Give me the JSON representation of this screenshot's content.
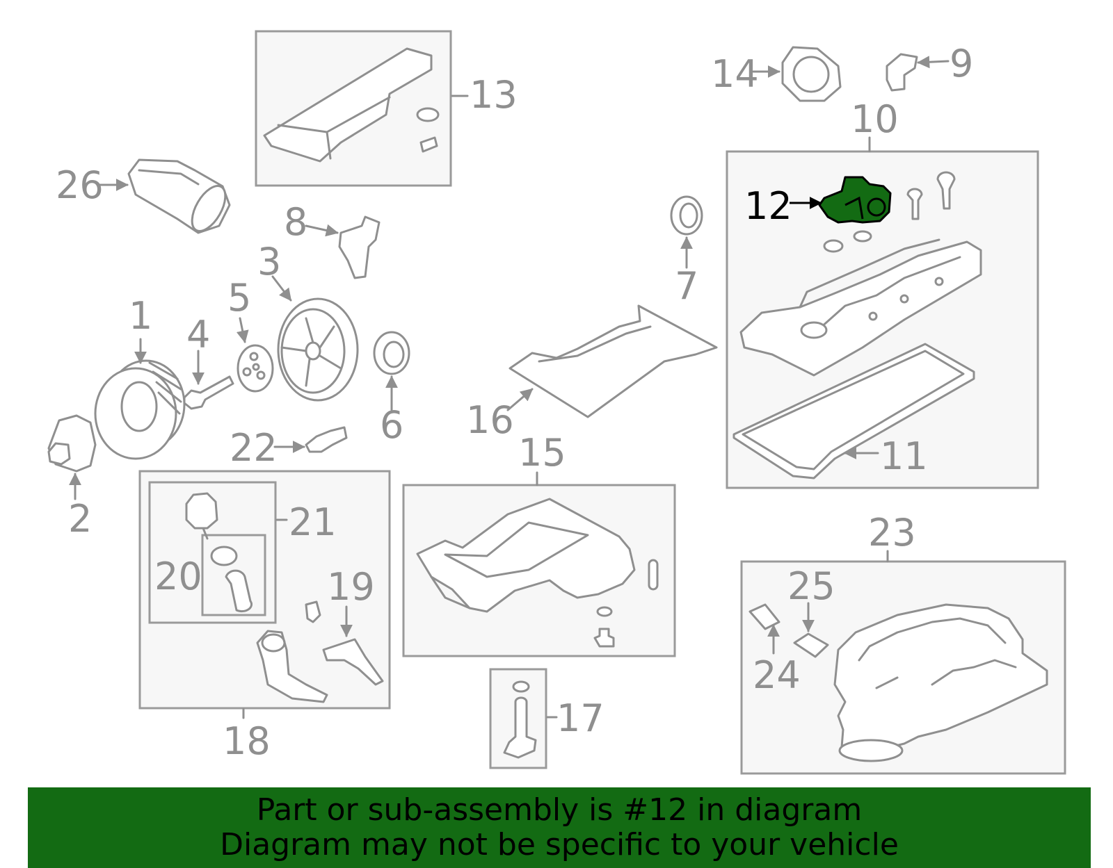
{
  "highlight_color": "#136b13",
  "highlighted_part": "12",
  "callouts": {
    "c1": "1",
    "c2": "2",
    "c3": "3",
    "c4": "4",
    "c5": "5",
    "c6": "6",
    "c7": "7",
    "c8": "8",
    "c9": "9",
    "c10": "10",
    "c11": "11",
    "c12": "12",
    "c13": "13",
    "c14": "14",
    "c15": "15",
    "c16": "16",
    "c17": "17",
    "c18": "18",
    "c19": "19",
    "c20": "20",
    "c21": "21",
    "c22": "22",
    "c23": "23",
    "c24": "24",
    "c25": "25",
    "c26": "26"
  },
  "banner": {
    "line1": "Part or sub-assembly is #12 in diagram",
    "line2": "Diagram may not be specific to your vehicle"
  }
}
